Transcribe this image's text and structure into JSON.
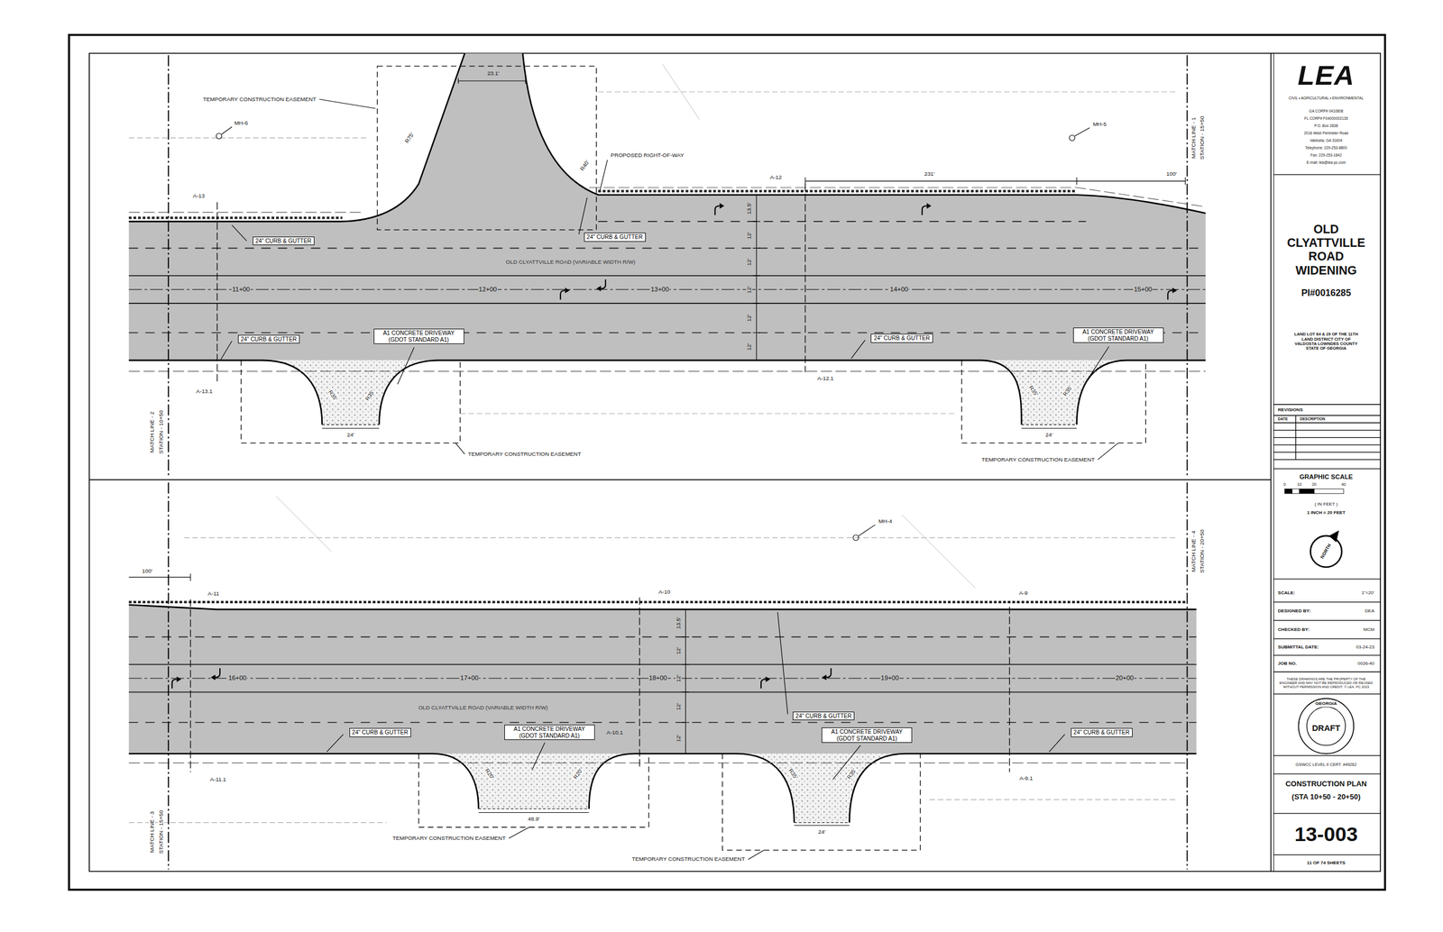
{
  "diagram": {
    "nodes": [
      {
        "text": [
          "24\" CURB & GUTTER"
        ]
      },
      {
        "text": [
          "24\" CURB & GUTTER"
        ]
      },
      {
        "text": [
          "24\" CURB & GUTTER"
        ]
      },
      {
        "text": [
          "A1 CONCRETE DRIVEWAY (GDOT STANDARD A1)"
        ]
      },
      {
        "text": [
          "24\" CURB & GUTTER"
        ]
      },
      {
        "text": [
          "A1 CONCRETE DRIVEWAY (GDOT STANDARD A1)"
        ]
      },
      {
        "text": [
          "24\" CURB & GUTTER"
        ]
      },
      {
        "text": [
          "24\" CURB & GUTTER"
        ]
      },
      {
        "text": [
          "A1 CONCRETE DRIVEWAY (GDOT STANDARD A1)"
        ]
      },
      {
        "text": [
          "A1 CONCRETE DRIVEWAY (GDOT STANDARD A1)"
        ]
      },
      {
        "text": [
          "24\" CURB & GUTTER"
        ]
      }
    ],
    "labels": [
      "TEMPORARY CONSTRUCTION EASEMENT",
      "MH-6",
      "23.1'",
      "R75'",
      "R40'",
      "PROPOSED RIGHT-OF-WAY",
      "A-12",
      "231'",
      "MH-5",
      "100'",
      "MATCH LINE - 1",
      "STATION - 15+50",
      "A-13",
      "13.5'",
      "12'",
      "12'",
      "12'",
      "12'",
      "12'",
      "OLD CLYATTVILLE ROAD (VARIABLE WIDTH R/W)",
      "11+00",
      "12+00",
      "13+00",
      "14+00",
      "15+00",
      "A-13.1",
      "R35'",
      "R35'",
      "24'",
      "A-12.1",
      "R35'",
      "R35'",
      "24'",
      "TEMPORARY CONSTRUCTION EASEMENT",
      "TEMPORARY CONSTRUCTION EASEMENT",
      "MATCH LINE - 2",
      "STATION - 10+50",
      "100'",
      "A-11",
      "A-10",
      "MH-4",
      "A-9",
      "MATCH LINE - 4",
      "STATION - 20+50",
      "13.5'",
      "12'",
      "12'",
      "12'",
      "12'",
      "OLD CLYATTVILLE ROAD (VARIABLE WIDTH R/W)",
      "16+00",
      "17+00",
      "18+00",
      "19+00",
      "20+00",
      "A-10.1",
      "R20'",
      "R20'",
      "48.9'",
      "R35'",
      "R35'",
      "24'",
      "A-9.1",
      "A-11.1",
      "MATCH LINE - 3",
      "STATION - 15+50",
      "TEMPORARY CONSTRUCTION EASEMENT",
      "TEMPORARY CONSTRUCTION EASEMENT",
      "LEA",
      "CIVIL • AGRICULTURAL • ENVIRONMENTAL",
      "GA CORP# 0410808",
      "FL CORP# F04000002135",
      "P.O. Box 2838",
      "2016 West Perimeter Road",
      "Valdosta, GA 31604",
      "Telephone: 229-253-8800",
      "Fax: 229-253-1842",
      "E-mail: lea@lea-pc.com",
      "OLD CLYATTVILLE ROAD WIDENING",
      "PI#0016285",
      "LAND LOT 64 & 29 OF THE 11TH LAND DISTRICT CITY OF VALDOSTA LOWNDES COUNTY STATE OF GEORGIA",
      "REVISIONS",
      "DATE",
      "DESCRIPTION",
      "GRAPHIC SCALE",
      "0",
      "10",
      "20",
      "40",
      "( IN FEET )",
      "1 INCH = 20 FEET",
      "NORTH",
      "SCALE:",
      "1\"=20'",
      "DESIGNED BY:",
      "DEA",
      "CHECKED BY:",
      "MCM",
      "SUBMITTAL DATE:",
      "03-24-23",
      "JOB NO.",
      "0026-40",
      "THESE DRAWINGS ARE THE PROPERTY OF THE ENGINEER AND MAY NOT BE REPRODUCED OR REUSED WITHOUT PERMISSION AND CREDIT. © LEA, PC 2023",
      "GEORGIA",
      "DRAFT",
      "GSWCC LEVEL II CERT. #49262",
      "CONSTRUCTION PLAN",
      "(STA 10+50 - 20+50)",
      "13-003",
      "11 OF 74 SHEETS"
    ]
  }
}
